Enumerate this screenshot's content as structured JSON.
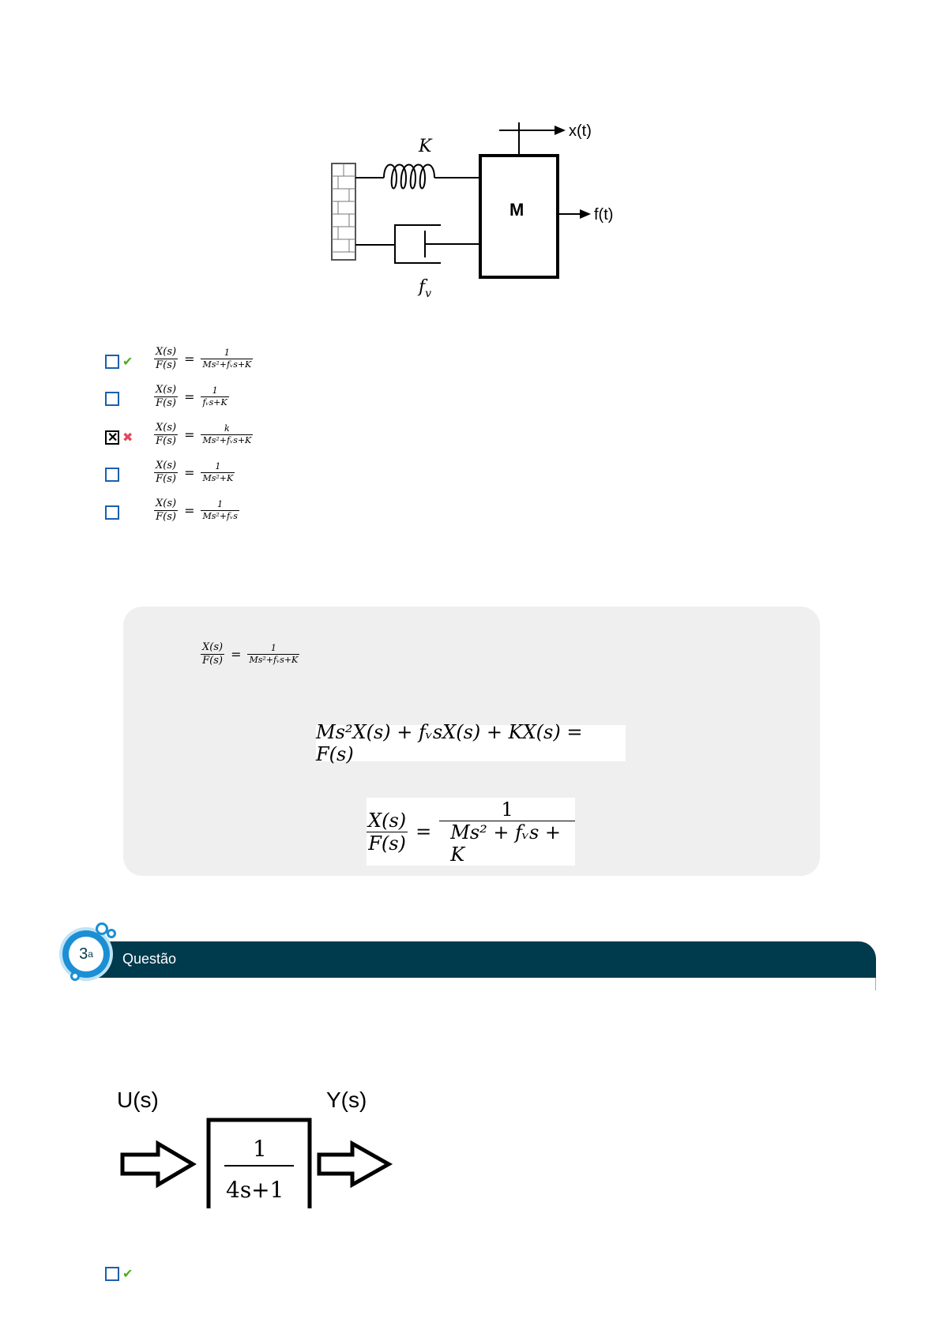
{
  "figure1": {
    "spring_label": "K",
    "damper_label": "f",
    "damper_sub": "v",
    "mass_label": "M",
    "output_label": "x(t)",
    "force_label": "f(t)"
  },
  "options": [
    {
      "lhs_num": "X(s)",
      "lhs_den": "F(s)",
      "rhs_num": "1",
      "rhs_den": "Ms²+fᵥs+K",
      "state": "unchecked",
      "mark": "correct"
    },
    {
      "lhs_num": "X(s)",
      "lhs_den": "F(s)",
      "rhs_num": "1",
      "rhs_den": "fᵥs+K",
      "state": "unchecked",
      "mark": ""
    },
    {
      "lhs_num": "X(s)",
      "lhs_den": "F(s)",
      "rhs_num": "k",
      "rhs_den": "Ms²+fᵥs+K",
      "state": "checked",
      "mark": "wrong"
    },
    {
      "lhs_num": "X(s)",
      "lhs_den": "F(s)",
      "rhs_num": "1",
      "rhs_den": "Ms²+K",
      "state": "unchecked",
      "mark": ""
    },
    {
      "lhs_num": "X(s)",
      "lhs_den": "F(s)",
      "rhs_num": "1",
      "rhs_den": "Ms²+fᵥs",
      "state": "unchecked",
      "mark": ""
    }
  ],
  "explanation": {
    "answer": {
      "lhs_num": "X(s)",
      "lhs_den": "F(s)",
      "rhs_num": "1",
      "rhs_den": "Ms²+fᵥs+K"
    },
    "equation1": "Ms²X(s) + fᵥsX(s) + KX(s) = F(s)",
    "equation2": {
      "lhs_num": "X(s)",
      "lhs_den": "F(s)",
      "rhs_num": "1",
      "rhs_den": "Ms² + fᵥs + K"
    }
  },
  "question3": {
    "number": "3",
    "superscript": "a",
    "label": "Questão"
  },
  "figure2": {
    "input_label": "U(s)",
    "output_label": "Y(s)",
    "tf_num": "1",
    "tf_den": "4s+1"
  },
  "next_option": {
    "state": "unchecked",
    "mark": "correct"
  },
  "colors": {
    "accent": "#003a4d",
    "correct": "#4bae1b",
    "wrong": "#e2495a",
    "checkbox": "#1c5fae"
  }
}
